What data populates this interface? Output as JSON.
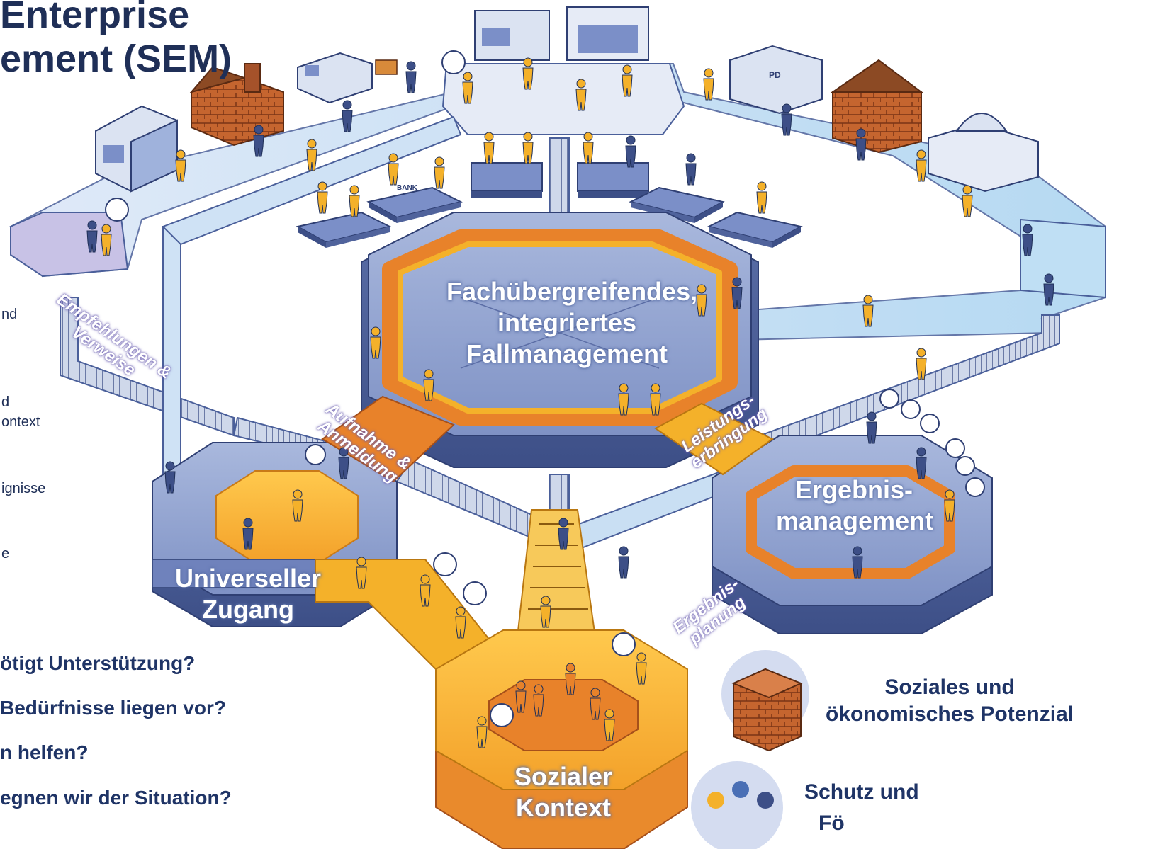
{
  "title": {
    "line1": "Enterprise",
    "line2": "ement (SEM)"
  },
  "side_fragments": [
    "nd",
    "d",
    "ontext",
    "ignisse",
    "e"
  ],
  "questions": [
    "ötigt Unterstützung?",
    "Bedürfnisse liegen vor?",
    "n helfen?",
    "egnen wir der Situation?"
  ],
  "nodes": {
    "center": [
      "Fachübergreifendes,",
      "integriertes",
      "Fallmanagement"
    ],
    "access": [
      "Universeller",
      "Zugang"
    ],
    "social": [
      "Sozialer",
      "Kontext"
    ],
    "results": [
      "Ergebnis-",
      "management"
    ]
  },
  "flows": {
    "referrals": [
      "Empfehlungen &",
      "Verweise"
    ],
    "intake": [
      "Aufnahme &",
      "Anmeldung"
    ],
    "delivery": [
      "Leistungs-",
      "erbringung"
    ],
    "planning": [
      "Ergebnis-",
      "planung"
    ]
  },
  "legend": {
    "potential": [
      "Soziales und",
      "ökonomisches Potenzial"
    ],
    "protection": [
      "Schutz und",
      "Fö"
    ]
  },
  "icons": {
    "bank_sign": "BANK",
    "police_sign": "PD"
  },
  "colors": {
    "navy": "#1f2f57",
    "platform_blue": "#8fa3cf",
    "platform_dark": "#4a5f9a",
    "orange": "#e8822a",
    "yellow": "#f4b12a",
    "path_light": "#dfe7f6",
    "path_purple": "#c9c3e8",
    "path_blue": "#b9d9f2"
  }
}
